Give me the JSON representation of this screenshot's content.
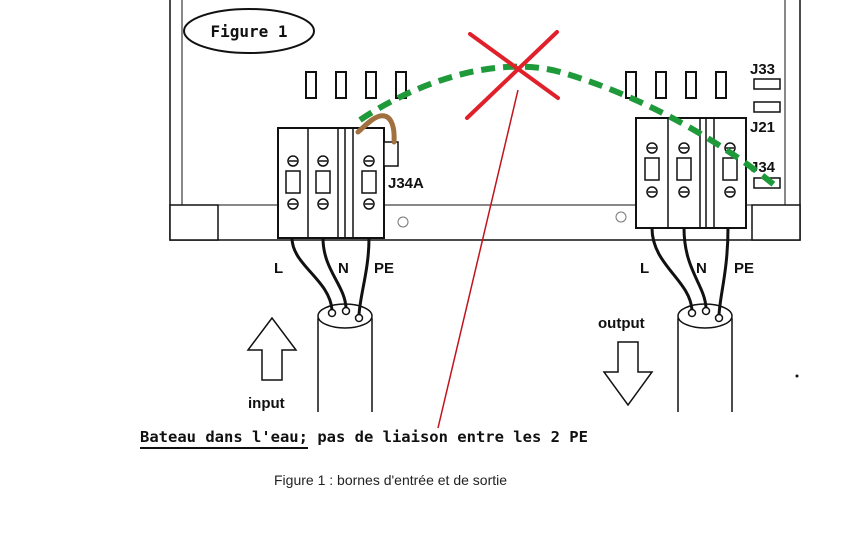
{
  "figure_label": "Figure 1",
  "jumpers": {
    "j33": "J33",
    "j21": "J21",
    "j34": "J34",
    "j34a": "J34A"
  },
  "terminals": {
    "l": "L",
    "n": "N",
    "pe": "PE"
  },
  "input_label": "input",
  "output_label": "output",
  "note": {
    "underlined": "Bateau dans l'eau;",
    "rest": " pas de liaison entre les 2 PE"
  },
  "caption": "Figure 1 : bornes d'entrée et de sortie",
  "colors": {
    "green_link": "#1f9a3a",
    "red_cross": "#e0202a",
    "red_pointer": "#c0141c",
    "brown_wire": "#a0703e",
    "line": "#111111"
  }
}
